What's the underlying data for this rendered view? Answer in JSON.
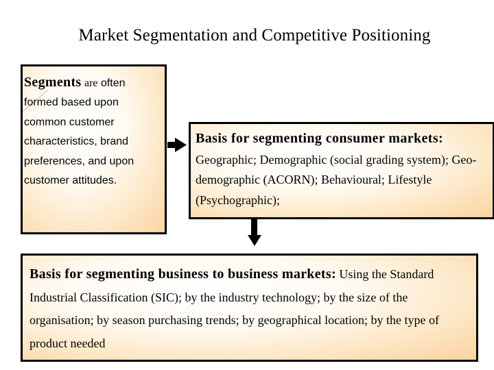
{
  "title": "Market Segmentation and Competitive Positioning",
  "segments_box": {
    "heading": "Segments",
    "heading_rest": "are",
    "body": "often formed based upon common customer characteristics, brand preferences, and upon customer attitudes."
  },
  "consumer_box": {
    "heading": "Basis for segmenting consumer markets:",
    "body": "Geographic; Demographic (social grading system); Geo-demographic (ACORN); Behavioural; Lifestyle (Psychographic);"
  },
  "business_box": {
    "heading": "Basis for segmenting business to business markets:",
    "body": "Using the Standard Industrial Classification (SIC); by the industry technology; by the size of the organisation; by season purchasing trends; by geographical location; by the type of product needed"
  },
  "colors": {
    "box_fill_center": "#ffffff",
    "box_fill_edge": "#fbd3a0",
    "border": "#000000"
  }
}
